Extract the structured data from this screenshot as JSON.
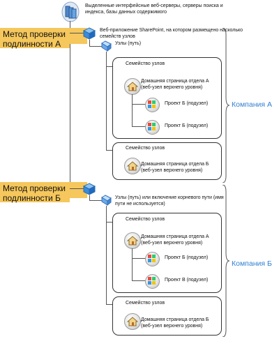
{
  "top": {
    "servers_caption": "Выделенные интерфейсные веб-серверы, серверы поиска и индекса, базы данных содержимого"
  },
  "auth_a": {
    "label": "Метод проверки подлинности А",
    "webapp_caption": "Веб-приложение SharePoint, на котором размещено насколько семейств узлов",
    "path_caption": "Узлы (путь)",
    "company": "Компания А",
    "farm1": {
      "title": "Семейство узлов",
      "root": "Домашняя страница отдела А (веб-узел верхнего уровня)",
      "sub1": "Проект Б (подузел)",
      "sub2": "Проект Б (подузел)"
    },
    "farm2": {
      "title": "Семейство узлов",
      "root": "Домашняя страница отдела Б (веб-узел верхнего уровня)"
    }
  },
  "auth_b": {
    "label": "Метод проверки подлинности Б",
    "path_caption": "Узлы (путь) или включение корневого пути (имя пути не используется)",
    "company": "Компания Б",
    "farm1": {
      "title": "Семейство узлов",
      "root": "Домашняя страница отдела А (веб-узел верхнего уровня)",
      "sub1": "Проект Б (подузел)",
      "sub2": "Проект В (подузел)"
    },
    "farm2": {
      "title": "Семейство узлов",
      "root": "Домашняя страница отдела Б (веб-узел верхнего уровня)"
    }
  }
}
